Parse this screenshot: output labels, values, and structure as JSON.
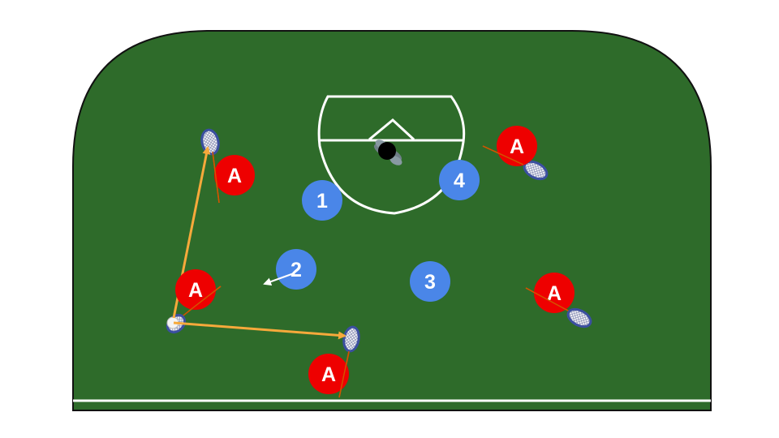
{
  "field": {
    "turf_color": "#2e6b2a",
    "line_color": "#ffffff",
    "outline_color": "#111111"
  },
  "attackers": {
    "label": "A",
    "color": "#ee0000",
    "text_color": "#ffffff"
  },
  "defenders": {
    "color": "#4a86e8",
    "text_color": "#ffffff",
    "items": [
      {
        "label": "1"
      },
      {
        "label": "2"
      },
      {
        "label": "3"
      },
      {
        "label": "4"
      }
    ]
  },
  "arrows": {
    "pass_color": "#f6a93b",
    "move_color": "#ffffff"
  },
  "stick": {
    "head_color": "#3b4fa0",
    "mesh_color": "#c9cde0",
    "shaft_color": "#d35400"
  }
}
